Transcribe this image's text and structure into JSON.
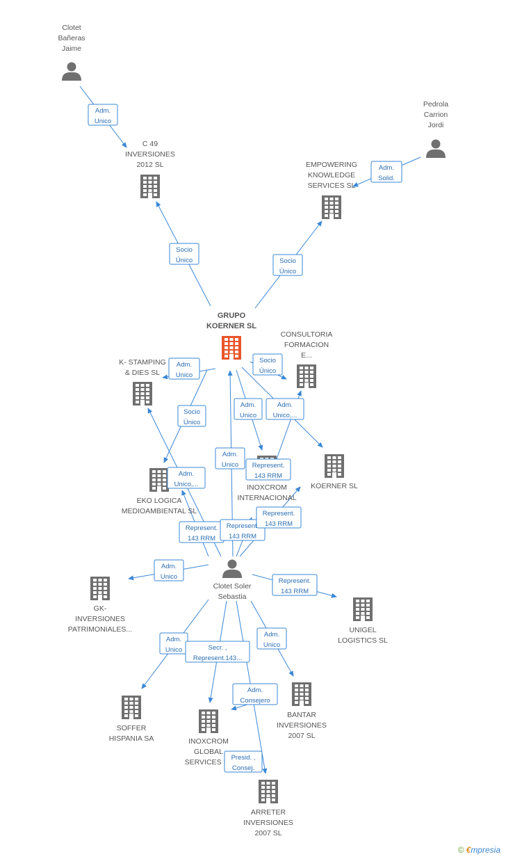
{
  "colors": {
    "edge": "#3a87d6",
    "company": "#6f6f6f",
    "main_company": "#e8552b",
    "person": "#707070",
    "label": "#555555"
  },
  "nodes": [
    {
      "id": "clotet_banyeras",
      "type": "person",
      "lines": [
        "Clotet",
        "Bañeras",
        "Jaime"
      ]
    },
    {
      "id": "pedrola",
      "type": "person",
      "lines": [
        "Pedrola",
        "Carrion",
        "Jordi"
      ]
    },
    {
      "id": "c49",
      "type": "company",
      "lines": [
        "C 49",
        "INVERSIONES",
        "2012 SL"
      ]
    },
    {
      "id": "empowering",
      "type": "company",
      "lines": [
        "EMPOWERING",
        "KNOWLEDGE",
        "SERVICES SL"
      ]
    },
    {
      "id": "grupo_koerner",
      "type": "main",
      "lines": [
        "GRUPO",
        "KOERNER SL"
      ]
    },
    {
      "id": "consultoria",
      "type": "company",
      "lines": [
        "CONSULTORIA",
        "FORMACION",
        "E..."
      ]
    },
    {
      "id": "kstamping",
      "type": "company",
      "lines": [
        "K- STAMPING",
        "& DIES SL"
      ]
    },
    {
      "id": "eko",
      "type": "company",
      "lines": [
        "EKO LOGICA",
        "MEDIOAMBIENTAL SL"
      ]
    },
    {
      "id": "inoxcrom_int",
      "type": "company",
      "lines": [
        "INOXCROM",
        "INTERNACIONAL"
      ]
    },
    {
      "id": "koerner",
      "type": "company",
      "lines": [
        "KOERNER SL"
      ]
    },
    {
      "id": "clotet_soler",
      "type": "person",
      "lines": [
        "Clotet Soler",
        "Sebastia"
      ]
    },
    {
      "id": "gk",
      "type": "company",
      "lines": [
        "GK-",
        "INVERSIONES",
        "PATRIMONIALES..."
      ]
    },
    {
      "id": "unigel",
      "type": "company",
      "lines": [
        "UNIGEL",
        "LOGISTICS SL"
      ]
    },
    {
      "id": "soffer",
      "type": "company",
      "lines": [
        "SOFFER",
        "HISPANIA SA"
      ]
    },
    {
      "id": "inoxcrom_global",
      "type": "company",
      "lines": [
        "INOXCROM",
        "GLOBAL",
        "SERVICES SL"
      ]
    },
    {
      "id": "bantar",
      "type": "company",
      "lines": [
        "BANTAR",
        "INVERSIONES",
        "2007 SL"
      ]
    },
    {
      "id": "arreter",
      "type": "company",
      "lines": [
        "ARRETER",
        "INVERSIONES",
        "2007 SL"
      ]
    }
  ],
  "edges": [
    {
      "from": "clotet_banyeras",
      "to": "c49",
      "lines": [
        "Adm.",
        "Unico"
      ]
    },
    {
      "from": "pedrola",
      "to": "empowering",
      "lines": [
        "Adm.",
        "Solid."
      ]
    },
    {
      "from": "grupo_koerner",
      "to": "c49",
      "lines": [
        "Socio",
        "Único"
      ]
    },
    {
      "from": "grupo_koerner",
      "to": "empowering",
      "lines": [
        "Socio",
        "Único"
      ]
    },
    {
      "from": "grupo_koerner",
      "to": "kstamping",
      "lines": [
        "Adm.",
        "Unico"
      ]
    },
    {
      "from": "grupo_koerner",
      "to": "consultoria",
      "lines": [
        "Socio",
        "Único"
      ]
    },
    {
      "from": "grupo_koerner",
      "to": "eko",
      "lines": [
        "Socio",
        "Único"
      ]
    },
    {
      "from": "grupo_koerner",
      "to": "inoxcrom_int",
      "lines": [
        "Adm.",
        "Unico"
      ]
    },
    {
      "from": "grupo_koerner",
      "to": "koerner",
      "lines": [
        "Adm.",
        "Unico,..."
      ]
    },
    {
      "from": "clotet_soler",
      "to": "grupo_koerner",
      "lines": [
        "Adm.",
        "Unico"
      ]
    },
    {
      "from": "inoxcrom_int",
      "to": "consultoria",
      "lines": [
        "Represent.",
        "143 RRM"
      ]
    },
    {
      "from": "clotet_soler",
      "to": "eko",
      "lines": [
        "Adm.",
        "Unico,..."
      ]
    },
    {
      "from": "clotet_soler",
      "to": "kstamping",
      "lines": [
        "Represent.",
        "143 RRM"
      ]
    },
    {
      "from": "clotet_soler",
      "to": "inoxcrom_int",
      "lines": [
        "Represent.",
        "143 RRM"
      ]
    },
    {
      "from": "clotet_soler",
      "to": "koerner",
      "lines": [
        "Represent.",
        "143 RRM"
      ]
    },
    {
      "from": "clotet_soler",
      "to": "gk",
      "lines": [
        "Adm.",
        "Unico"
      ]
    },
    {
      "from": "clotet_soler",
      "to": "unigel",
      "lines": [
        "Represent.",
        "143 RRM"
      ]
    },
    {
      "from": "clotet_soler",
      "to": "soffer",
      "lines": [
        "Adm.",
        "Unico"
      ]
    },
    {
      "from": "clotet_soler",
      "to": "inoxcrom_global",
      "lines": [
        "Secr. ,",
        "Represent.143..."
      ]
    },
    {
      "from": "clotet_soler",
      "to": "bantar",
      "lines": [
        "Adm.",
        "Unico"
      ]
    },
    {
      "from": "clotet_soler",
      "to": "inoxcrom_global",
      "lines": [
        "Adm.",
        "Consejero"
      ]
    },
    {
      "from": "clotet_soler",
      "to": "arreter",
      "lines": [
        "Presid. ,",
        "Consej."
      ]
    }
  ],
  "watermark": {
    "copyright": "©",
    "brand_initial": "€",
    "brand_rest": "mpresia"
  }
}
